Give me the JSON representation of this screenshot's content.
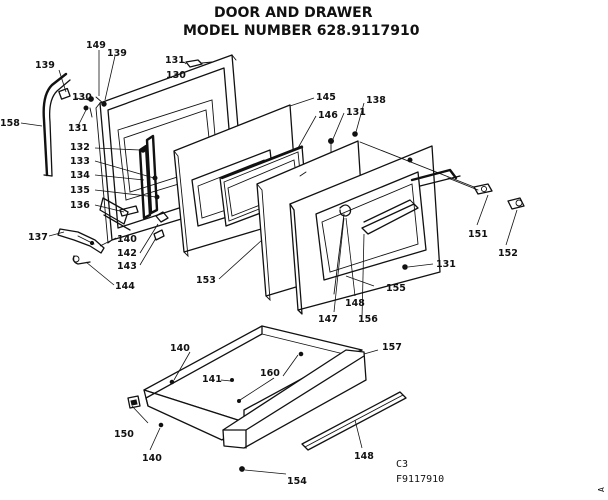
{
  "title": {
    "line1": "DOOR AND DRAWER",
    "line2": "MODEL NUMBER 628.9117910"
  },
  "footer": {
    "code1": "C3",
    "code2": "F9117910",
    "edge_mark": "A"
  },
  "callouts": {
    "c131a": "131",
    "c130a": "130",
    "c139a": "139",
    "c149": "149",
    "c139b": "139",
    "c158": "158",
    "c130b": "130",
    "c131b": "131",
    "c132": "132",
    "c133": "133",
    "c134": "134",
    "c135": "135",
    "c136": "136",
    "c137": "137",
    "c140a": "140",
    "c142": "142",
    "c143": "143",
    "c144": "144",
    "c145": "145",
    "c146": "146",
    "c131c": "131",
    "c138": "138",
    "c151": "151",
    "c152": "152",
    "c153": "153",
    "c131d": "131",
    "c155": "155",
    "c148a": "148",
    "c147": "147",
    "c156": "156",
    "c157": "157",
    "c140b": "140",
    "c141": "141",
    "c160": "160",
    "c150": "150",
    "c140c": "140",
    "c148b": "148",
    "c154": "154"
  }
}
